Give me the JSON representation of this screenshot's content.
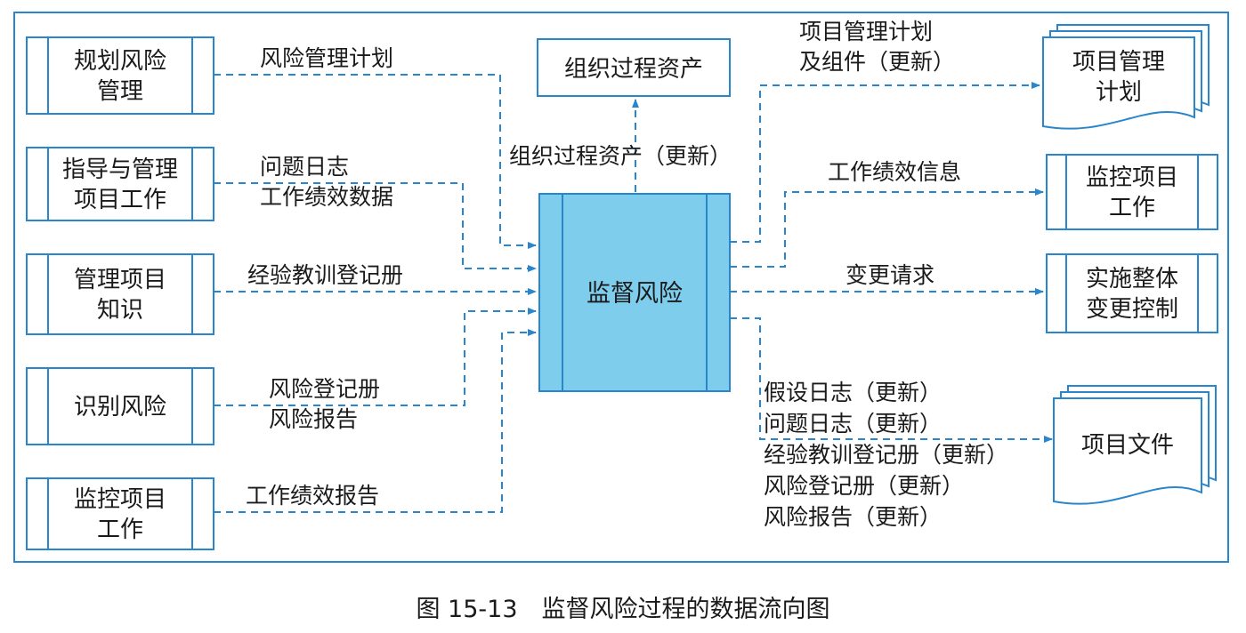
{
  "colors": {
    "frame": "#2a86cc",
    "arrow": "#2a86cc",
    "center_fill": "#7ecdec",
    "text": "#1a1a1a"
  },
  "inputs": [
    {
      "id": "plan-risk",
      "lines": [
        "规划风险",
        "管理"
      ],
      "label_lines": [
        "风险管理计划"
      ]
    },
    {
      "id": "direct-manage",
      "lines": [
        "指导与管理",
        "项目工作"
      ],
      "label_lines": [
        "问题日志",
        "工作绩效数据"
      ]
    },
    {
      "id": "manage-knowledge",
      "lines": [
        "管理项目",
        "知识"
      ],
      "label_lines": [
        "经验教训登记册"
      ]
    },
    {
      "id": "identify-risk",
      "lines": [
        "识别风险"
      ],
      "label_lines": [
        "风险登记册",
        "风险报告"
      ]
    },
    {
      "id": "monitor-work-in",
      "lines": [
        "监控项目",
        "工作"
      ],
      "label_lines": [
        "工作绩效报告"
      ]
    }
  ],
  "center": {
    "label": "监督风险"
  },
  "top_output": {
    "box": "组织过程资产",
    "label": "组织过程资产（更新）"
  },
  "outputs": [
    {
      "id": "project-plan",
      "shape": "doc",
      "lines": [
        "项目管理",
        "计划"
      ],
      "label_lines": [
        "项目管理计划",
        "及组件（更新）"
      ]
    },
    {
      "id": "monitor-work-out",
      "shape": "proc",
      "lines": [
        "监控项目",
        "工作"
      ],
      "label_lines": [
        "工作绩效信息"
      ]
    },
    {
      "id": "change-control",
      "shape": "proc",
      "lines": [
        "实施整体",
        "变更控制"
      ],
      "label_lines": [
        "变更请求"
      ]
    },
    {
      "id": "project-docs",
      "shape": "doc",
      "lines": [
        "项目文件"
      ],
      "label_lines": [
        "假设日志（更新）",
        "问题日志（更新）",
        "经验教训登记册（更新）",
        "风险登记册（更新）",
        "风险报告（更新）"
      ]
    }
  ],
  "caption": "图 15-13　监督风险过程的数据流向图"
}
